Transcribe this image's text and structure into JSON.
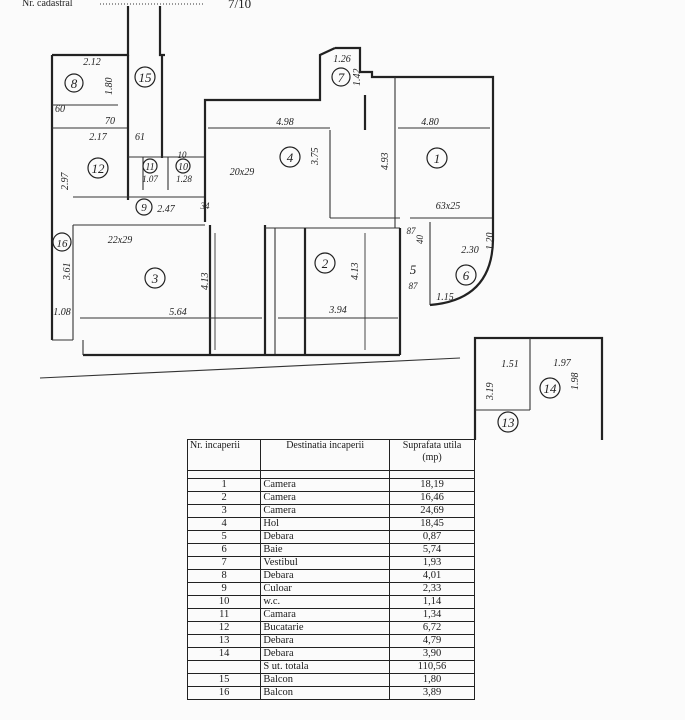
{
  "header": {
    "cadastral_label": "Nr. cadastral",
    "cadastral_value": "7/10"
  },
  "plan": {
    "room_numbers": [
      "1",
      "2",
      "3",
      "4",
      "5",
      "6",
      "7",
      "8",
      "9",
      "10",
      "11",
      "12",
      "13",
      "14",
      "15",
      "16"
    ],
    "dimensions": {
      "d_4_98": "4.98",
      "d_4_80": "4.80",
      "d_3_75": "3.75",
      "d_4_93": "4.93",
      "d_4_13_a": "4.13",
      "d_4_13_b": "4.13",
      "d_3_94": "3.94",
      "d_5_64": "5.64",
      "d_3_61": "3.61",
      "d_1_08": "1.08",
      "d_2_47": "2.47",
      "d_2_17": "2.17",
      "d_2_97": "2.97",
      "d_2_12": "2.12",
      "d_1_80": "1.80",
      "d_1_26": "1.26",
      "d_1_42": "1.42",
      "d_2_30": "2.30",
      "d_1_20": "1.20",
      "d_1_15": "1.15",
      "d_1_51": "1.51",
      "d_1_97": "1.97",
      "d_3_19": "3.19",
      "d_1_98": "1.98",
      "d_20x29": "20x29",
      "d_22x29": "22x29",
      "d_63x25": "63x25",
      "d_60": "60",
      "d_70": "70",
      "d_61": "61",
      "d_1_07": "1.07",
      "d_1_28": "1.28",
      "d_87": "87",
      "d_0_87": "87",
      "d_34": "34",
      "d_10": "10",
      "d_40": "40"
    }
  },
  "table": {
    "headers": {
      "nr": "Nr. incaperii",
      "dest": "Destinatia incaperii",
      "surf": "Suprafata utila (mp)"
    },
    "rows": [
      {
        "nr": "1",
        "dest": "Camera",
        "surf": "18,19"
      },
      {
        "nr": "2",
        "dest": "Camera",
        "surf": "16,46"
      },
      {
        "nr": "3",
        "dest": "Camera",
        "surf": "24,69"
      },
      {
        "nr": "4",
        "dest": "Hol",
        "surf": "18,45"
      },
      {
        "nr": "5",
        "dest": "Debara",
        "surf": "0,87"
      },
      {
        "nr": "6",
        "dest": "Baie",
        "surf": "5,74"
      },
      {
        "nr": "7",
        "dest": "Vestibul",
        "surf": "1,93"
      },
      {
        "nr": "8",
        "dest": "Debara",
        "surf": "4,01"
      },
      {
        "nr": "9",
        "dest": "Culoar",
        "surf": "2,33"
      },
      {
        "nr": "10",
        "dest": "w.c.",
        "surf": "1,14"
      },
      {
        "nr": "11",
        "dest": "Camara",
        "surf": "1,34"
      },
      {
        "nr": "12",
        "dest": "Bucatarie",
        "surf": "6,72"
      },
      {
        "nr": "13",
        "dest": "Debara",
        "surf": "4,79"
      },
      {
        "nr": "14",
        "dest": "Debara",
        "surf": "3,90"
      },
      {
        "nr": "",
        "dest": "S ut. totala",
        "surf": "110,56"
      },
      {
        "nr": "15",
        "dest": "Balcon",
        "surf": "1,80"
      },
      {
        "nr": "16",
        "dest": "Balcon",
        "surf": "3,89"
      }
    ]
  }
}
